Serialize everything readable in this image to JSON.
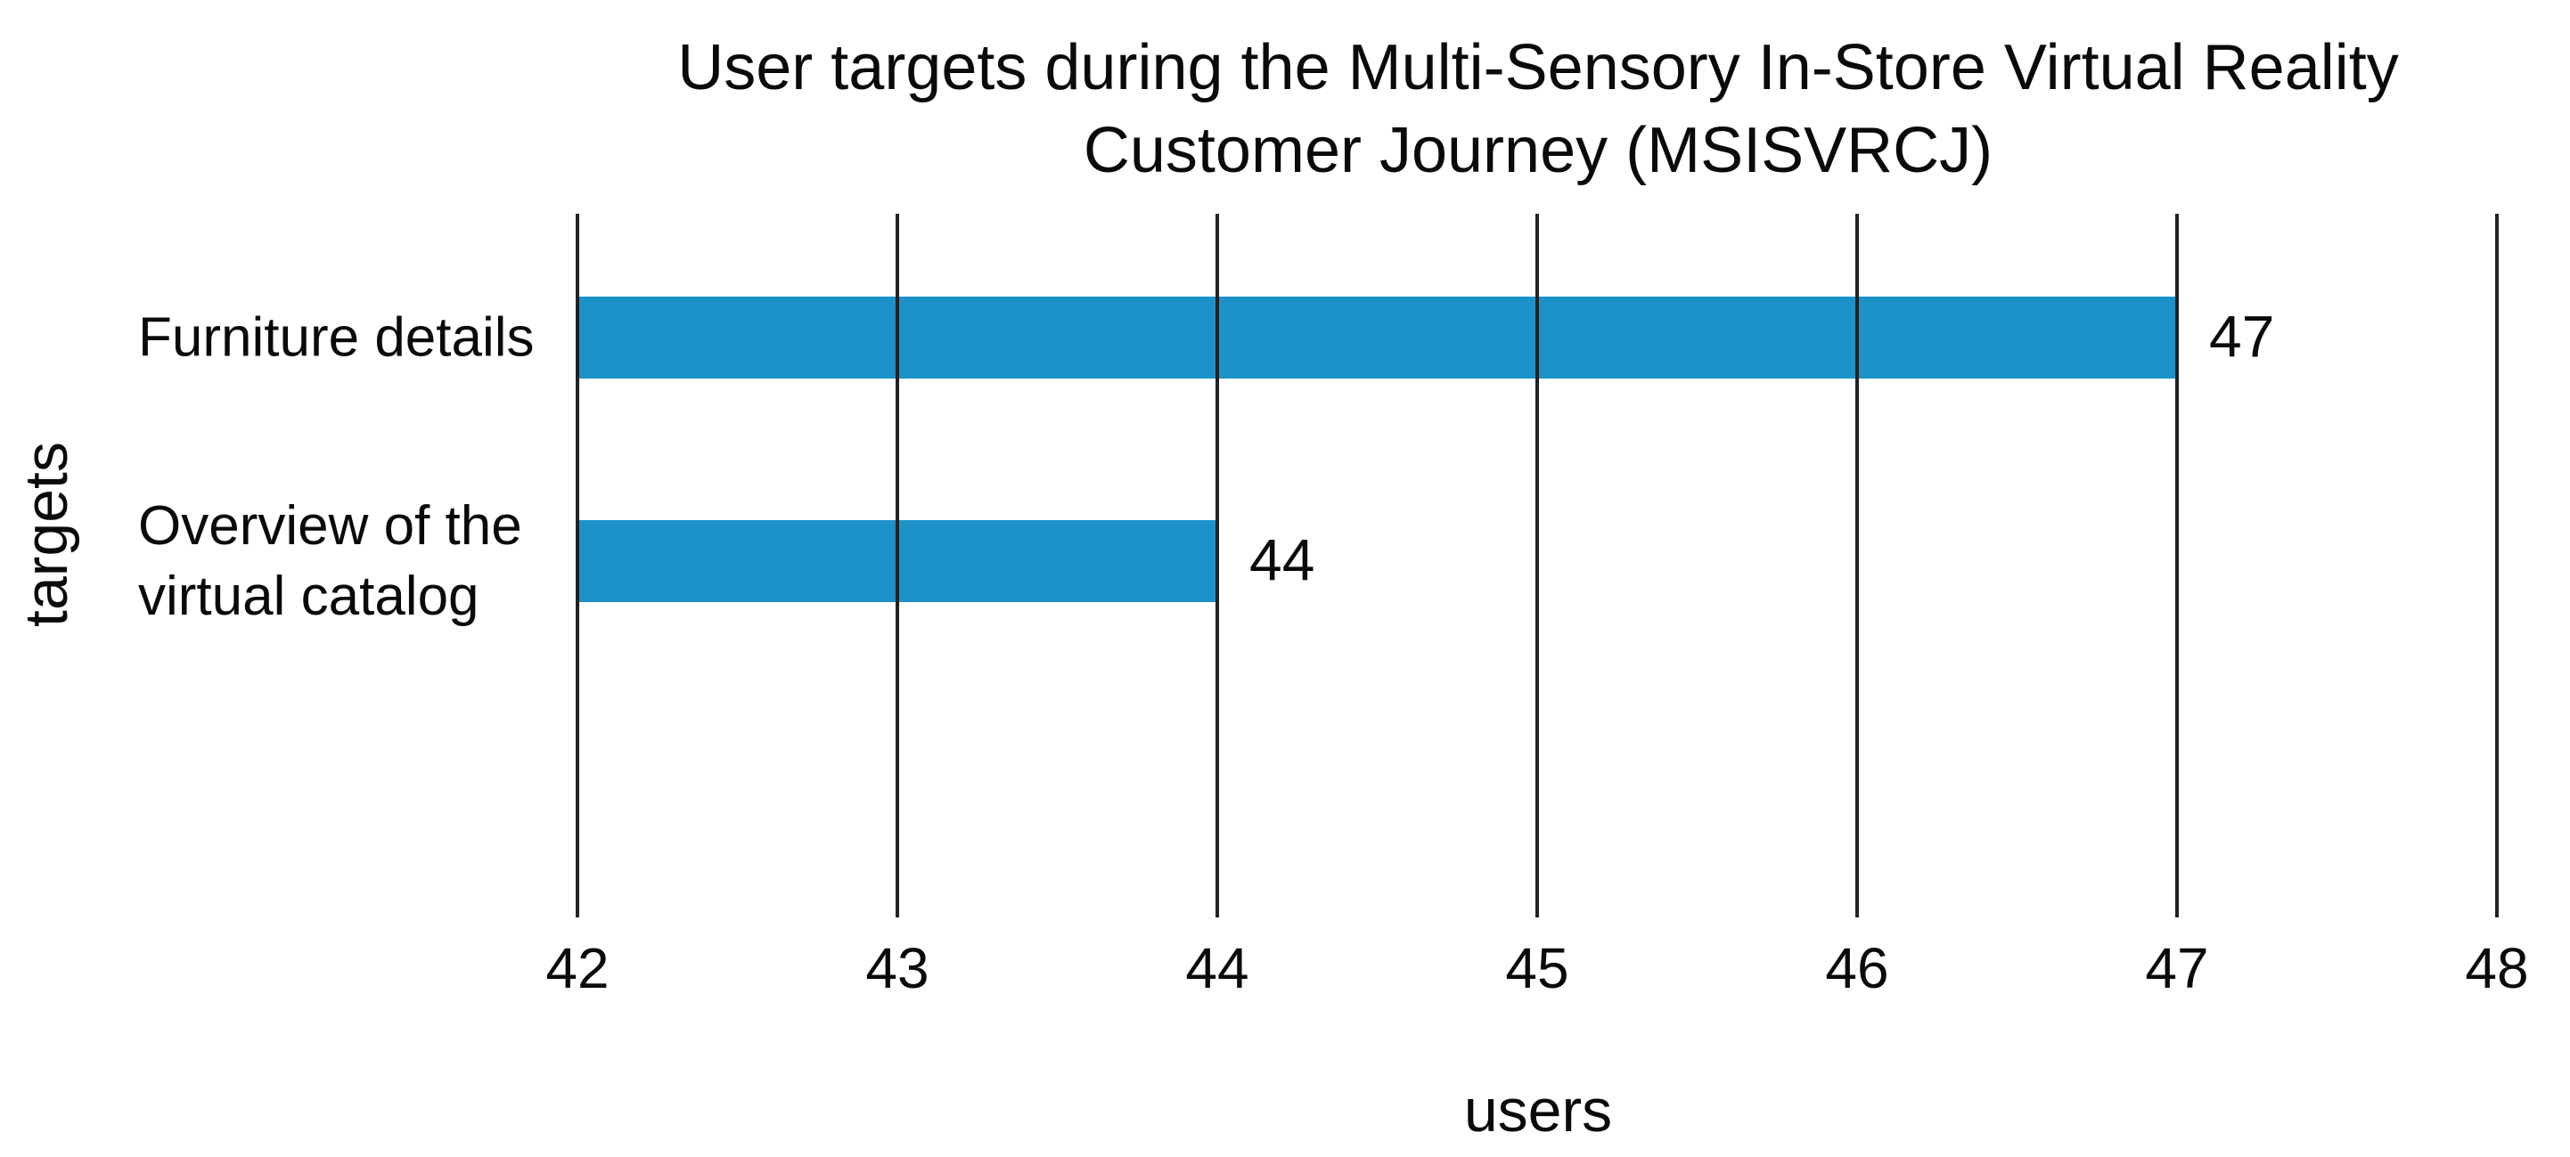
{
  "chart_data": {
    "type": "bar",
    "orientation": "horizontal",
    "title": "User targets during the Multi-Sensory In-Store Virtual Reality Customer Journey (MSISVRCJ)",
    "title_lines": [
      "User targets during the Multi-Sensory In-Store Virtual Reality",
      "Customer Journey (MSISVRCJ)"
    ],
    "categories": [
      "Furniture details",
      "Overview of the virtual catalog"
    ],
    "category_display_lines": [
      [
        "Furniture details"
      ],
      [
        "Overview of the",
        "virtual catalog"
      ]
    ],
    "values": [
      47,
      44
    ],
    "data_labels": [
      "47",
      "44"
    ],
    "xlabel": "users",
    "ylabel": "targets",
    "xlim": [
      42,
      48
    ],
    "x_ticks": [
      42,
      43,
      44,
      45,
      46,
      47,
      48
    ],
    "grid": "vertical-gridlines-over-bars",
    "legend": "none",
    "bar_color": "#1c92c8",
    "gridline_color": "#222222",
    "text_color": "#0a0a0a",
    "background_color": "#ffffff"
  }
}
